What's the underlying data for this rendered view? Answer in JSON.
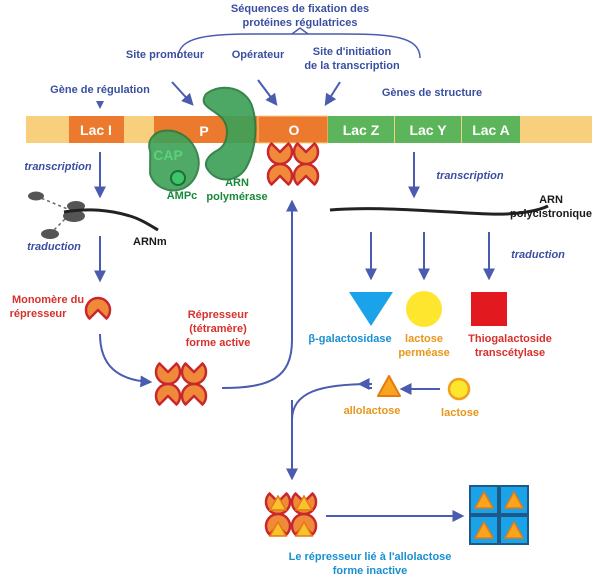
{
  "labels": {
    "sequences_title_1": "Séquences de fixation des",
    "sequences_title_2": "protéines régulatrices",
    "site_promoteur": "Site promoteur",
    "operateur": "Opérateur",
    "site_initiation_1": "Site d'initiation",
    "site_initiation_2": "de la transcription",
    "gene_regulation": "Gène de régulation",
    "genes_structure": "Gènes de structure",
    "transcription_left": "transcription",
    "transcription_right": "transcription",
    "traduction_left": "traduction",
    "traduction_right": "traduction",
    "arnm": "ARNm",
    "arn_poly_1": "ARN",
    "arn_poly_2": "polycistronique",
    "cap": "CAP",
    "ampc": "AMPc",
    "arn_polymerase_1": "ARN",
    "arn_polymerase_2": "polymérase",
    "monomere_1": "Monomère du",
    "monomere_2": "répresseur",
    "represseur_1": "Répresseur",
    "represseur_2": "(tétramère)",
    "represseur_3": "forme active",
    "beta_gal": "β-galactosidase",
    "lactose_perm_1": "lactose",
    "lactose_perm_2": "perméase",
    "thiogal_1": "Thiogalactoside",
    "thiogal_2": "transcétylase",
    "allolactose": "allolactose",
    "lactose": "lactose",
    "inactive_1": "Le répresseur lié à l'allolactose",
    "inactive_2": "forme inactive"
  },
  "genes": {
    "lac_i": "Lac I",
    "p": "P",
    "o": "O",
    "lac_z": "Lac Z",
    "lac_y": "Lac Y",
    "lac_a": "Lac A"
  },
  "colors": {
    "dna_band": "#f8cf7c",
    "gene_orange": "#ec7a2e",
    "gene_green": "#5cb55a",
    "arrow_blue": "#4a5bb0",
    "repressor_fill": "#f08a3a",
    "repressor_stroke": "#c8282c",
    "cap_green": "#3da157",
    "triangle_blue": "#1aa3e8",
    "circle_yellow": "#ffe62e",
    "square_red": "#e2191f",
    "allolactose_orange": "#f8a41e"
  }
}
